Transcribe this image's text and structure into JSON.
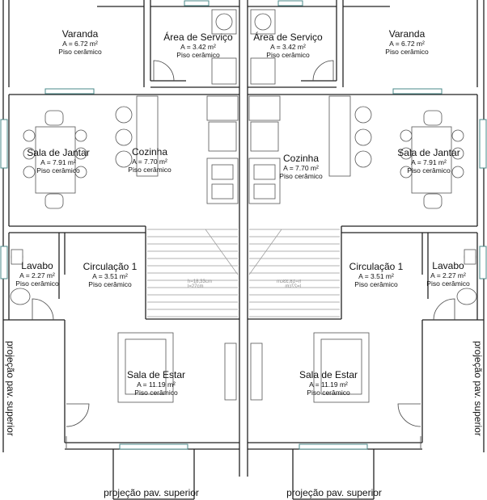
{
  "left_unit": {
    "varanda": {
      "name": "Varanda",
      "area": "A = 6.72 m²",
      "floor": "Piso cerâmico"
    },
    "servico": {
      "name": "Área de Serviço",
      "area": "A = 3.42 m²",
      "floor": "Piso cerâmico"
    },
    "jantar": {
      "name": "Sala de Jantar",
      "area": "A = 7.91 m²",
      "floor": "Piso cerâmico"
    },
    "cozinha": {
      "name": "Cozinha",
      "area": "A = 7.70 m²",
      "floor": "Piso cerâmico"
    },
    "lavabo": {
      "name": "Lavabo",
      "area": "A = 2.27 m²",
      "floor": "Piso cerâmico"
    },
    "circulacao": {
      "name": "Circulação 1",
      "area": "A = 3.51 m²",
      "floor": "Piso cerâmico"
    },
    "estar": {
      "name": "Sala de Estar",
      "area": "A = 11.19 m²",
      "floor": "Piso cerâmico"
    },
    "stair_note_1": "h=18,33cm",
    "stair_note_2": "l=27cm"
  },
  "right_unit": {
    "varanda": {
      "name": "Varanda",
      "area": "A = 6.72 m²",
      "floor": "Piso cerâmico"
    },
    "servico": {
      "name": "Área de Serviço",
      "area": "A = 3.42 m²",
      "floor": "Piso cerâmico"
    },
    "jantar": {
      "name": "Sala de Jantar",
      "area": "A = 7.91 m²",
      "floor": "Piso cerâmico"
    },
    "cozinha": {
      "name": "Cozinha",
      "area": "A = 7.70 m²",
      "floor": "Piso cerâmico"
    },
    "lavabo": {
      "name": "Lavabo",
      "area": "A = 2.27 m²",
      "floor": "Piso cerâmico"
    },
    "circulacao": {
      "name": "Circulação 1",
      "area": "A = 3.51 m²",
      "floor": "Piso cerâmico"
    },
    "estar": {
      "name": "Sala de Estar",
      "area": "A = 11.19 m²",
      "floor": "Piso cerâmico"
    },
    "stair_note_1": "h=18,33cm",
    "stair_note_2": "l=27cm"
  },
  "projection_note": "projeção pav. superior",
  "colors": {
    "wall": "#222222",
    "furniture": "#555555",
    "stair": "#999999",
    "window": "#4a8a8a"
  }
}
